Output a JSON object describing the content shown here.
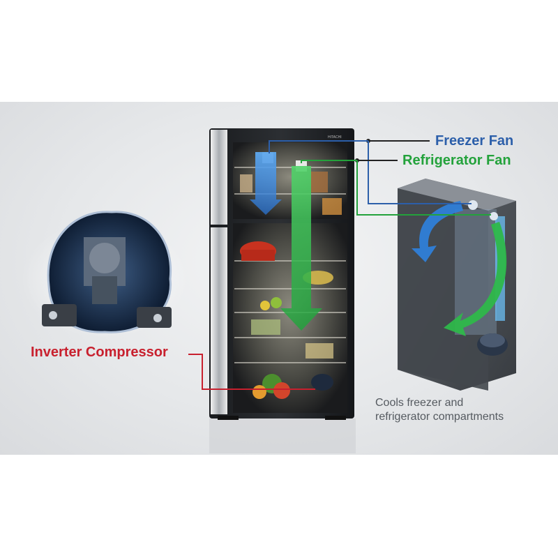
{
  "labels": {
    "freezer_fan": "Freezer Fan",
    "refrigerator_fan": "Refrigerator Fan",
    "inverter_compressor": "Inverter Compressor",
    "caption_line1": "Cools freezer and",
    "caption_line2": "refrigerator compartments",
    "brand": "HITACHI"
  },
  "colors": {
    "freezer": "#2c5faa",
    "refrigerator": "#23a23b",
    "compressor": "#c8202e",
    "caption": "#555a60",
    "leader": "#222222"
  }
}
